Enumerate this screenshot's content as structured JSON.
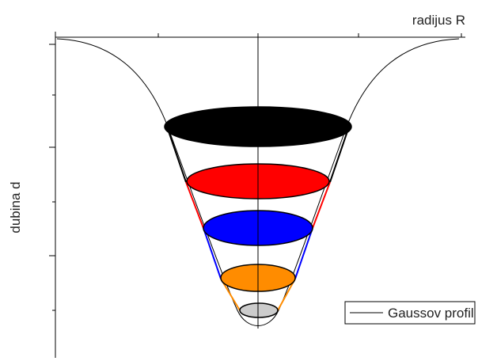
{
  "labels": {
    "x_axis": "radijus R",
    "y_axis": "dubina d",
    "legend": "Gaussov profil"
  },
  "colors": {
    "layer_top": "#000000",
    "layer_2": "#ff0000",
    "layer_3": "#0000ff",
    "layer_4": "#ff8c00",
    "layer_bottom": "#cccccc",
    "curve": "#000000"
  }
}
